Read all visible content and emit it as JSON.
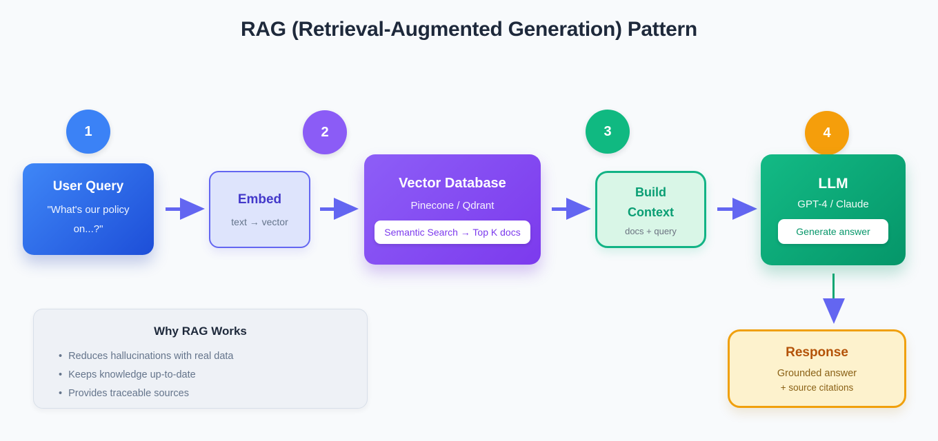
{
  "page": {
    "title": "RAG (Retrieval-Augmented Generation) Pattern"
  },
  "colors": {
    "background": "#f8fafc",
    "title_text": "#1e293b",
    "arrow": "#6366f1",
    "down_arrow_stem": "#0da673",
    "user_query_gradient": [
      "#3f87f7",
      "#1d4ed8"
    ],
    "vector_db_gradient": [
      "#8d5ef7",
      "#7c3aed"
    ],
    "llm_gradient": [
      "#13ba85",
      "#059669"
    ],
    "response_border": "#f0a00d"
  },
  "step_badges": [
    {
      "label": "1",
      "color": "#3b82f6"
    },
    {
      "label": "2",
      "color": "#8b5cf6"
    },
    {
      "label": "3",
      "color": "#10b981"
    },
    {
      "label": "4",
      "color": "#f59e0b"
    }
  ],
  "nodes": {
    "user_query": {
      "title": "User Query",
      "subtitle": "\"What's our policy on...?\""
    },
    "embed": {
      "title": "Embed",
      "subtitle": "text → vector"
    },
    "vector_db": {
      "title": "Vector Database",
      "subtitle": "Pinecone / Qdrant",
      "badge": "Semantic Search → Top K docs"
    },
    "build_context": {
      "title": "Build Context",
      "subtitle": "docs + query"
    },
    "llm": {
      "title": "LLM",
      "subtitle": "GPT-4 / Claude",
      "badge": "Generate answer"
    },
    "response": {
      "title": "Response",
      "subtitle_line1": "Grounded answer",
      "subtitle_line2": "+ source citations"
    }
  },
  "info_panel": {
    "title": "Why RAG Works",
    "bullets": [
      "Reduces hallucinations with real data",
      "Keeps knowledge up-to-date",
      "Provides traceable sources"
    ]
  }
}
